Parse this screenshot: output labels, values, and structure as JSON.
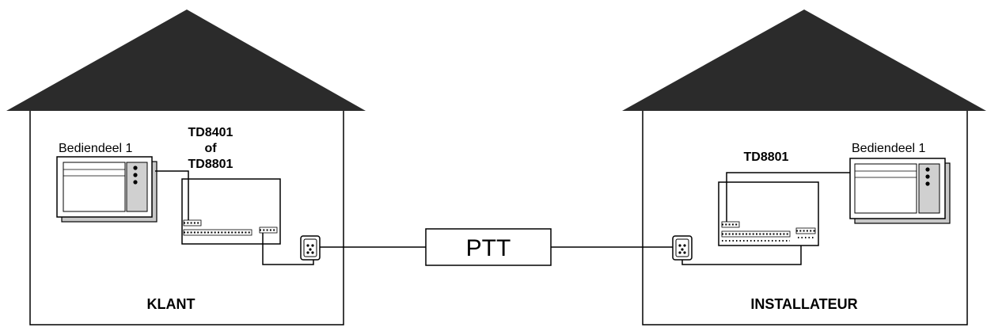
{
  "left_house": {
    "keypad_label": "Bediendeel 1",
    "panel_label_line1": "TD8401",
    "panel_label_line2": "of",
    "panel_label_line3": "TD8801",
    "location_label": "KLANT"
  },
  "network": {
    "label": "PTT"
  },
  "right_house": {
    "keypad_label": "Bediendeel 1",
    "panel_label": "TD8801",
    "location_label": "INSTALLATEUR"
  },
  "colors": {
    "roof": "#2b2b2b",
    "outline": "#000000",
    "device_shade": "#c8c8c8",
    "device_face": "#ffffff"
  }
}
